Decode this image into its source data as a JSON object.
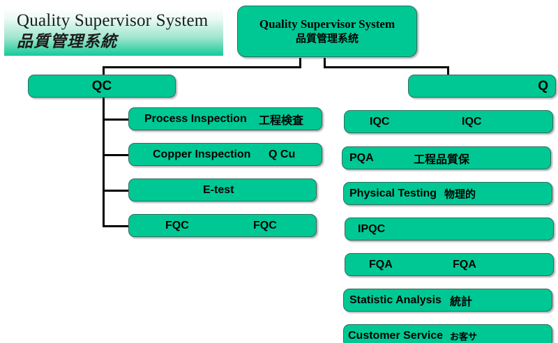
{
  "banner": {
    "title_en": "Quality Supervisor System",
    "title_zh": "品質管理系統"
  },
  "colors": {
    "node_fill": "#00C894",
    "node_border": "#2f6d5b",
    "line": "#000000",
    "banner_gradient_start": "#ffffff",
    "banner_gradient_end": "#13caa0"
  },
  "root": {
    "title_en": "Quality Supervisor System",
    "title_zh": "品質管理系统"
  },
  "departments": {
    "left": {
      "label": "QC"
    },
    "right": {
      "label": "Q"
    }
  },
  "left_branch": {
    "items": [
      {
        "en": "Process Inspection",
        "jp": "工程検査"
      },
      {
        "en": "Copper Inspection",
        "jp": "Q Cu"
      },
      {
        "en": "E-test",
        "jp": ""
      },
      {
        "en": "FQC",
        "jp": "FQC"
      }
    ]
  },
  "right_branch": {
    "items": [
      {
        "en": "IQC",
        "jp": "IQC"
      },
      {
        "en": "PQA",
        "jp": "工程品質保"
      },
      {
        "en": "Physical Testing",
        "jp": "物理的"
      },
      {
        "en": "IPQC",
        "jp": ""
      },
      {
        "en": "FQA",
        "jp": "FQA"
      },
      {
        "en": "Statistic Analysis",
        "jp": "統計"
      },
      {
        "en": "Customer Service",
        "jp": "お客サ"
      }
    ]
  }
}
